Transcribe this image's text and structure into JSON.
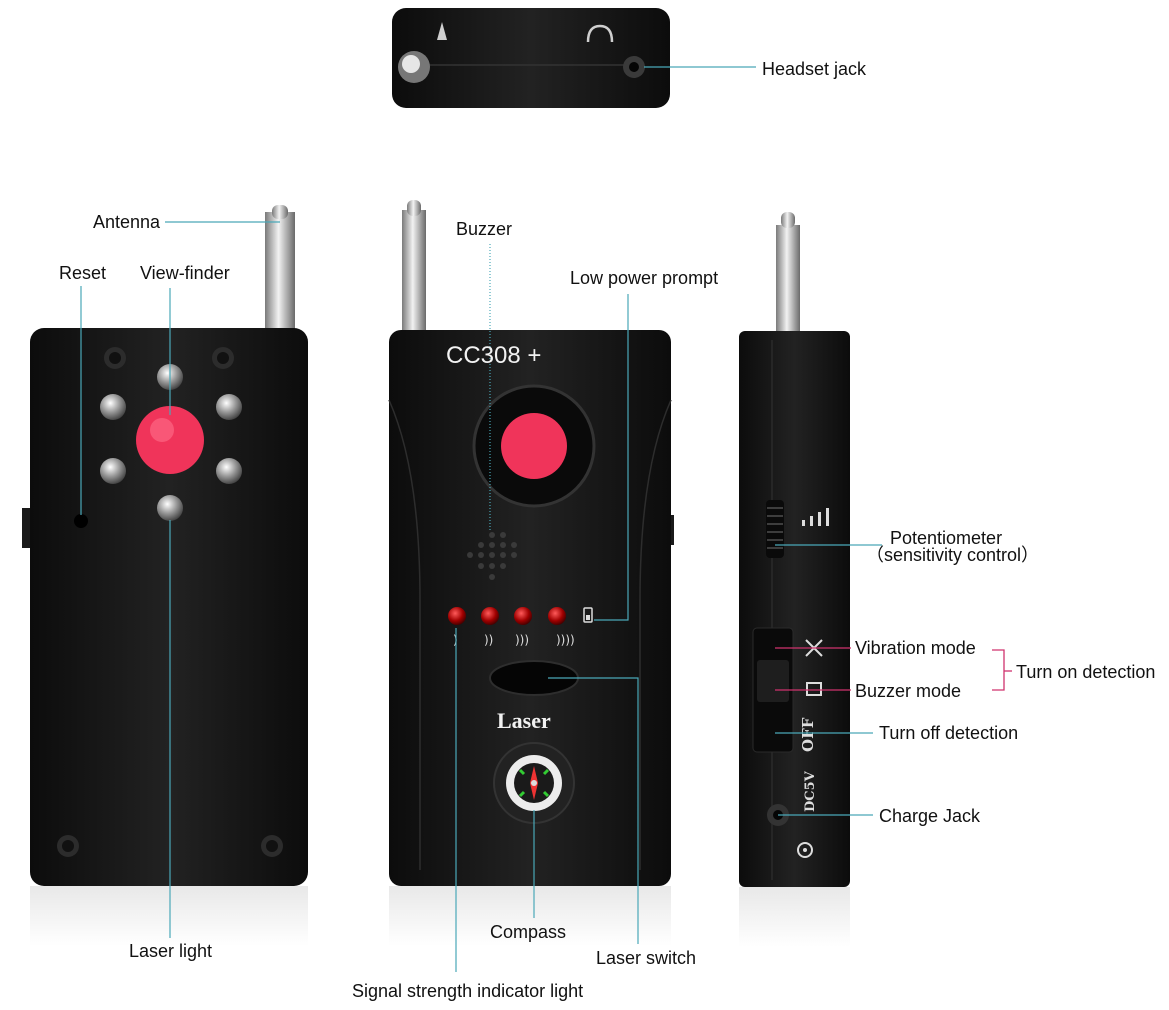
{
  "labels": {
    "headset_jack": "Headset jack",
    "antenna": "Antenna",
    "reset": "Reset",
    "view_finder": "View-finder",
    "buzzer": "Buzzer",
    "low_power_prompt": "Low power prompt",
    "potentiometer": "Potentiometer",
    "sensitivity_control": "（sensitivity control）",
    "vibration_mode": "Vibration mode",
    "buzzer_mode": "Buzzer mode",
    "turn_on_detection": "Turn on detection",
    "turn_off_detection": "Turn off detection",
    "charge_jack": "Charge Jack",
    "laser_light": "Laser light",
    "compass": "Compass",
    "laser_switch": "Laser switch",
    "signal_strength": "Signal strength indicator light"
  },
  "device": {
    "model": "CC308 +",
    "laser_button_text": "Laser",
    "off_text": "OFF",
    "dc_text": "DC5V"
  },
  "colors": {
    "leader_line": "#4aa8b8",
    "bracket": "#d0336e",
    "device_body": "#161616",
    "lens": "#f0345a"
  }
}
